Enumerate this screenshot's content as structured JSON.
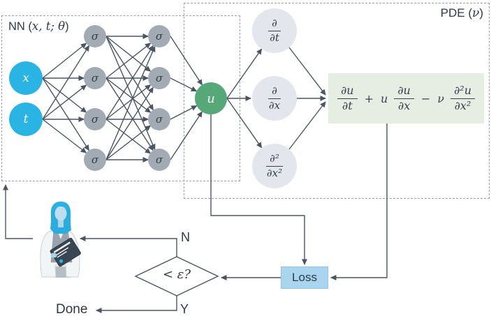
{
  "nn_box": {
    "prefix": "NN (",
    "vars": "x, t; θ",
    "suffix": ")"
  },
  "pde_box": {
    "prefix": "PDE (",
    "param": "ν",
    "suffix": ")"
  },
  "network": {
    "input_labels": [
      "x",
      "t"
    ],
    "activation": "σ",
    "output_label": "u"
  },
  "operators": [
    {
      "num": "∂",
      "den": "∂t"
    },
    {
      "num": "∂",
      "den": "∂x"
    },
    {
      "num": "∂²",
      "den": "∂x²"
    }
  ],
  "equation": {
    "t1_num": "∂u",
    "t1_den": "∂t",
    "plus": "+",
    "coef_u": "u",
    "t2_num": "∂u",
    "t2_den": "∂x",
    "minus": "−",
    "coef_nu": "ν",
    "t3_num": "∂²u",
    "t3_den": "∂x²"
  },
  "loss_label": "Loss",
  "decision_label": "< ε?",
  "branch_no": "N",
  "branch_yes": "Y",
  "done_label": "Done",
  "colors": {
    "input_node": "#29b4e4",
    "hidden_node": "#a2abb4",
    "output_node": "#57a878",
    "operator_node": "#e3e6ec",
    "equation_bg": "#e6eee4",
    "loss_bg": "#a9d5ef",
    "wire": "#4a5563",
    "text": "#2e3a48"
  }
}
